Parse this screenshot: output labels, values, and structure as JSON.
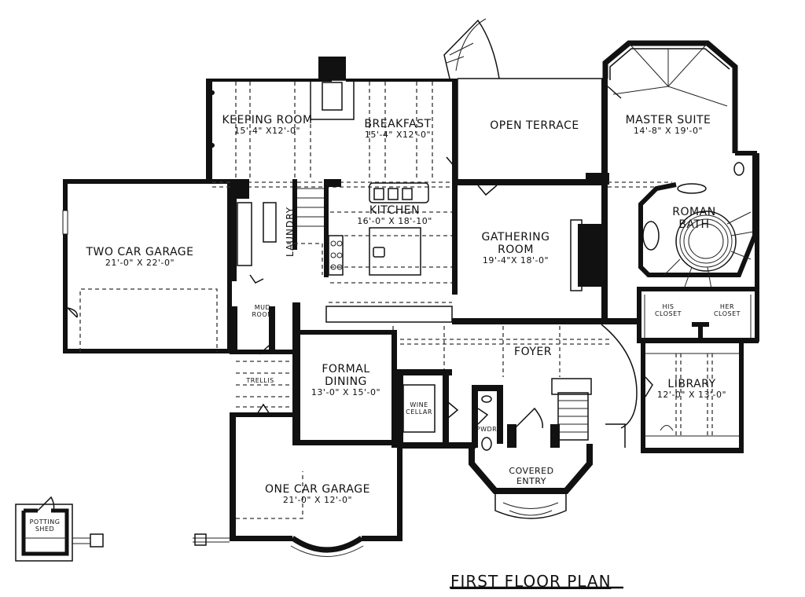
{
  "plan": {
    "title": "FIRST FLOOR PLAN",
    "rooms": {
      "keeping_room": {
        "name": "KEEPING ROOM",
        "dims": "15'-4\" X12'-0\""
      },
      "breakfast": {
        "name": "BREAKFAST",
        "dims": "15'-4\" X12'-0\""
      },
      "open_terrace": {
        "name": "OPEN TERRACE"
      },
      "master_suite": {
        "name": "MASTER SUITE",
        "dims": "14'-8\" X 19'-0\""
      },
      "roman_bath": {
        "name": "ROMAN BATH"
      },
      "his_closet": {
        "name": "HIS CLOSET"
      },
      "her_closet": {
        "name": "HER CLOSET"
      },
      "kitchen": {
        "name": "KITCHEN",
        "dims": "16'-0\" X 18'-10\""
      },
      "gathering_room": {
        "name": "GATHERING ROOM",
        "dims": "19'-4\"X 18'-0\""
      },
      "two_car_garage": {
        "name": "TWO CAR GARAGE",
        "dims": "21'-0\" X 22'-0\""
      },
      "laundry": {
        "name": "LAUNDRY"
      },
      "mud_room": {
        "name": "MUD ROOM"
      },
      "trellis": {
        "name": "TRELLIS"
      },
      "formal_dining": {
        "name": "FORMAL DINING",
        "dims": "13'-0\" X 15'-0\""
      },
      "wine_cellar": {
        "name": "WINE CELLAR"
      },
      "foyer": {
        "name": "FOYER"
      },
      "pwdr": {
        "name": "PWDR"
      },
      "covered_entry": {
        "name": "COVERED ENTRY"
      },
      "library": {
        "name": "LIBRARY",
        "dims": "12'-0\" X 13'-0\""
      },
      "one_car_garage": {
        "name": "ONE CAR GARAGE",
        "dims": "21'-0\" X 12'-0\""
      },
      "potting_shed": {
        "name": "POTTING SHED"
      }
    }
  }
}
